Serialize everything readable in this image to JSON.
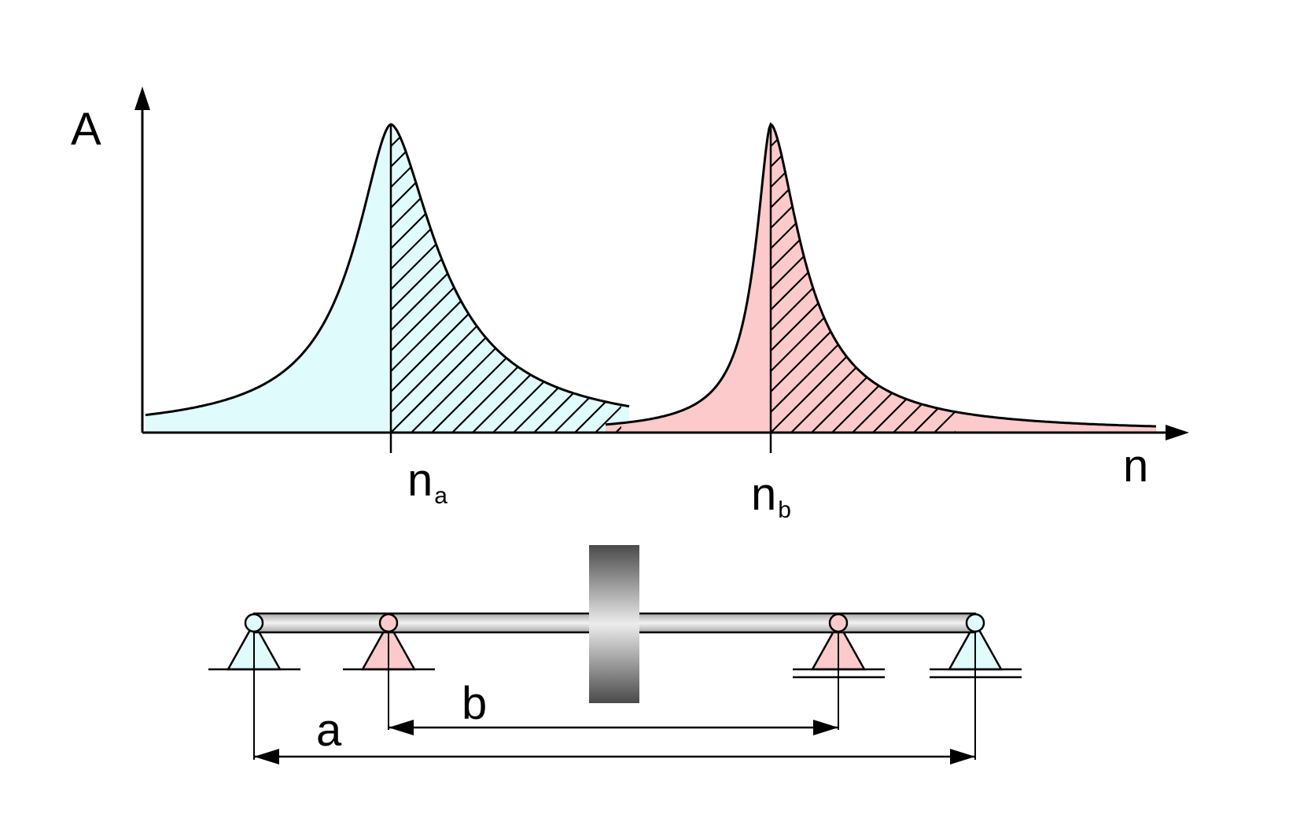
{
  "diagram": {
    "axes": {
      "y_label": "A",
      "x_label": "n"
    },
    "peaks": [
      {
        "id": "a",
        "tick_main": "n",
        "tick_sub": "a",
        "fill": "#e0fbfc"
      },
      {
        "id": "b",
        "tick_main": "n",
        "tick_sub": "b",
        "fill": "#fccacb"
      }
    ],
    "shaft": {
      "dimension_a": "a",
      "dimension_b": "b",
      "outer_support_fill": "#e0fbfc",
      "inner_support_fill": "#fccacb"
    }
  }
}
